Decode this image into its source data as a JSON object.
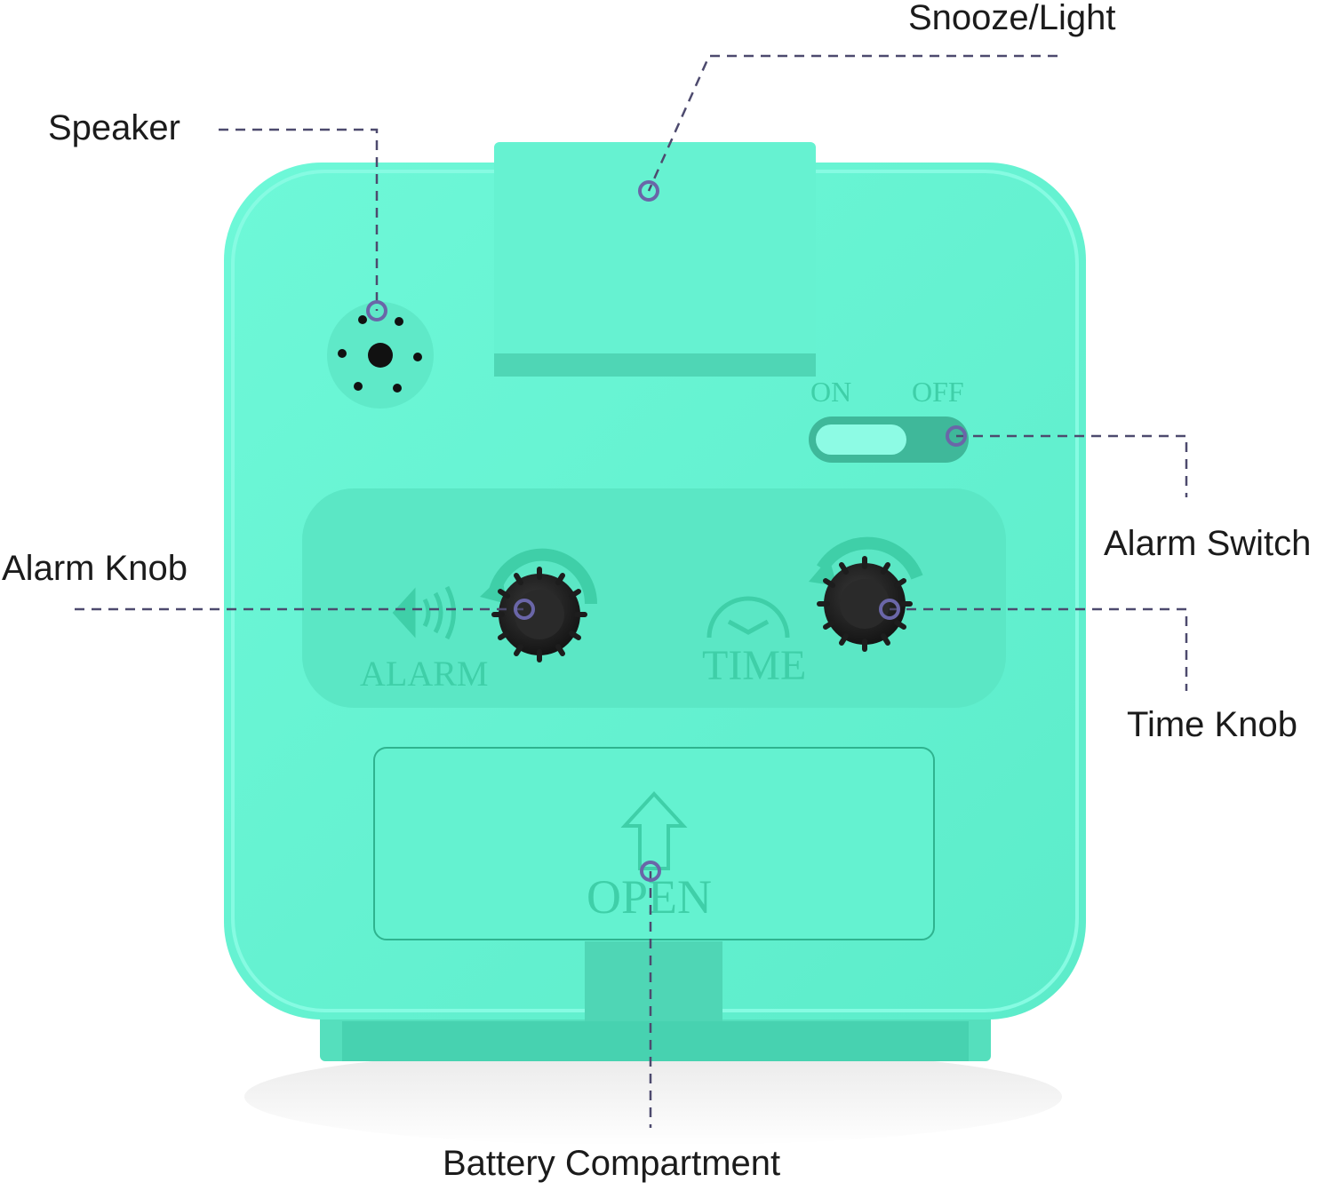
{
  "colors": {
    "body": "#64f4d2",
    "body_dark": "#4fdcb9",
    "panel": "#5ce8c6",
    "embossed_text": "#3fcfa8",
    "knob": "#1d1d1d",
    "leader_line": "#4d4a6e",
    "marker": "#6a66a8"
  },
  "callouts": {
    "snooze_light": "Snooze/Light",
    "speaker": "Speaker",
    "alarm_switch": "Alarm Switch",
    "alarm_knob": "Alarm Knob",
    "time_knob": "Time Knob",
    "battery_compartment": "Battery Compartment"
  },
  "device_labels": {
    "switch_on": "ON",
    "switch_off": "OFF",
    "alarm": "ALARM",
    "time": "TIME",
    "open": "OPEN"
  },
  "icons": {
    "speaker_grille": "speaker-grille-icon",
    "alarm_sound": "alarm-sound-icon",
    "clock_face": "clock-face-icon",
    "rotate_arrow": "rotate-arrow-icon",
    "open_arrow": "up-arrow-icon"
  }
}
